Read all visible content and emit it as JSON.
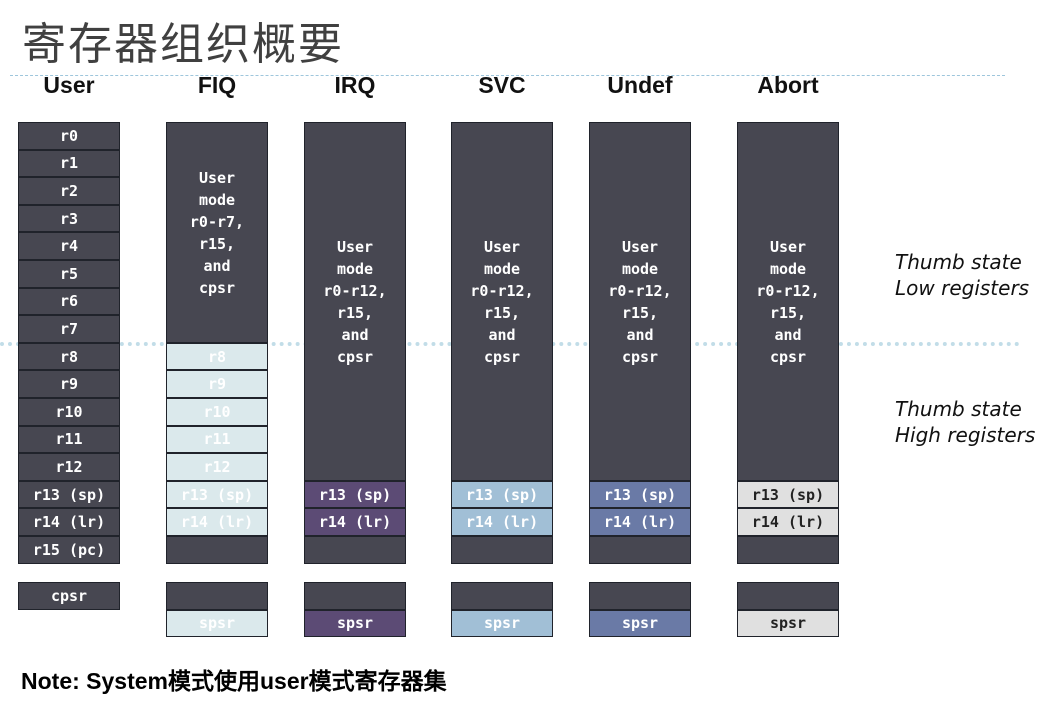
{
  "title": "寄存器组织概要",
  "modes": [
    "User",
    "FIQ",
    "IRQ",
    "SVC",
    "Undef",
    "Abort"
  ],
  "user_registers": [
    "r0",
    "r1",
    "r2",
    "r3",
    "r4",
    "r5",
    "r6",
    "r7",
    "r8",
    "r9",
    "r10",
    "r11",
    "r12",
    "r13 (sp)",
    "r14 (lr)",
    "r15 (pc)"
  ],
  "user_cpsr": "cpsr",
  "fiq": {
    "shared_lines": [
      "User",
      "mode",
      "r0-r7,",
      "r15,",
      "and",
      "cpsr"
    ],
    "banked": [
      "r8",
      "r9",
      "r10",
      "r11",
      "r12",
      "r13 (sp)",
      "r14 (lr)"
    ],
    "spsr": "spsr",
    "color": "#dbe9ec"
  },
  "banked_modes": [
    {
      "shared_lines": [
        "User",
        "mode",
        "r0-r12,",
        "r15,",
        "and",
        "cpsr"
      ],
      "banked": [
        "r13 (sp)",
        "r14 (lr)"
      ],
      "spsr": "spsr",
      "color": "#5c4b75"
    },
    {
      "shared_lines": [
        "User",
        "mode",
        "r0-r12,",
        "r15,",
        "and",
        "cpsr"
      ],
      "banked": [
        "r13 (sp)",
        "r14 (lr)"
      ],
      "spsr": "spsr",
      "color": "#a1bfd6"
    },
    {
      "shared_lines": [
        "User",
        "mode",
        "r0-r12,",
        "r15,",
        "and",
        "cpsr"
      ],
      "banked": [
        "r13 (sp)",
        "r14 (lr)"
      ],
      "spsr": "spsr",
      "color": "#6a7aa6"
    },
    {
      "shared_lines": [
        "User",
        "mode",
        "r0-r12,",
        "r15,",
        "and",
        "cpsr"
      ],
      "banked": [
        "r13 (sp)",
        "r14 (lr)"
      ],
      "spsr": "spsr",
      "color": "#e0e0e0"
    }
  ],
  "thumb_low": [
    "Thumb state",
    "Low   registers"
  ],
  "thumb_high": [
    "Thumb state",
    "High registers"
  ],
  "note": "Note: System模式使用user模式寄存器集"
}
